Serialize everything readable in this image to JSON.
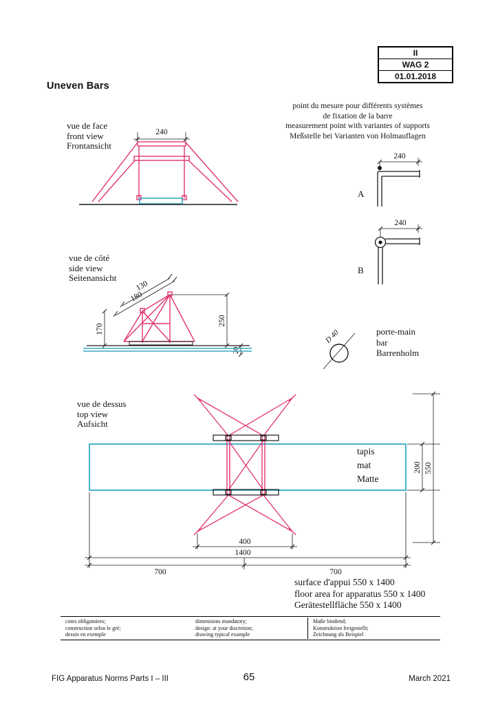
{
  "doc_header": {
    "level": "II",
    "code": "WAG 2",
    "date": "01.01.2018"
  },
  "page": {
    "title": "Uneven Bars",
    "number": "65",
    "footer_left": "FIG Apparatus Norms Parts I – III",
    "footer_right": "March 2021"
  },
  "front_view": {
    "labels": [
      "vue de face",
      "front view",
      "Frontansicht"
    ],
    "dim_240": "240"
  },
  "measurement_note": {
    "lines": [
      "point du mesure pour différents systèmes",
      "de fixation de la barre",
      "measurement point with variantes of supports",
      "Meßstelle bei Varianten von Holmauflagen"
    ]
  },
  "support_details": {
    "a_label": "A",
    "a_dim": "240",
    "b_label": "B",
    "b_dim": "240"
  },
  "side_view": {
    "labels": [
      "vue de côté",
      "side view",
      "Seitenansicht"
    ],
    "dim_130": "130",
    "dim_180": "180",
    "dim_170": "170",
    "dim_250": "250",
    "dim_20": "20"
  },
  "bar_detail": {
    "diameter": "D 40",
    "labels": [
      "porte-main",
      "bar",
      "Barrenholm"
    ]
  },
  "top_view": {
    "labels": [
      "vue de dessus",
      "top view",
      "Aufsicht"
    ],
    "mat_labels": [
      "tapis",
      "mat",
      "Matte"
    ],
    "dim_200": "200",
    "dim_550": "550",
    "dim_400": "400",
    "dim_1400": "1400",
    "dim_700_left": "700",
    "dim_700_right": "700"
  },
  "floor_area": {
    "lines": [
      "surface d'appui 550 x 1400",
      "floor area for apparatus 550 x 1400",
      "Gerätestellfläche 550 x 1400"
    ]
  },
  "legend": {
    "fr": [
      "cotes obligatoires;",
      "construction selon le gré;",
      "dessin en exemple"
    ],
    "en": [
      "dimensions  mandatory;",
      "design:  at your discretion;",
      "drawing  typical example"
    ],
    "de": [
      "Maße bindend;",
      "Konstruktion freigestellt;",
      "Zeichnung als Beispiel"
    ]
  },
  "colors": {
    "structure_magenta": "#e0336e",
    "mat_cyan": "#35a9c6"
  }
}
